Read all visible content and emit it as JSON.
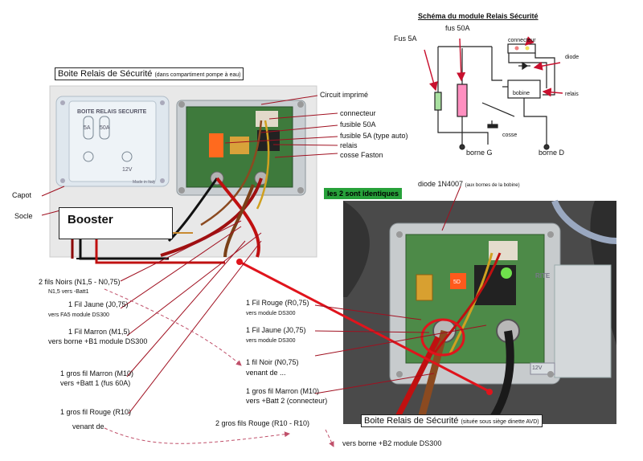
{
  "schema": {
    "title": "Schéma du module Relais Sécurité",
    "fus50": "fus 50A",
    "fus5": "Fus 5A",
    "connecteur": "connecteur",
    "diode": "diode",
    "relais": "relais",
    "bobine": "bobine",
    "cosse": "cosse",
    "borneG": "borne G",
    "borneD": "borne D"
  },
  "top_photo": {
    "title": "Boite Relais de Sécurité",
    "subtitle": "(dans compartiment pompe à eau)",
    "lid_title": "BOITE RELAIS SECURITE",
    "lid_fuse1": "5A",
    "lid_fuse2": "50A",
    "lid_12v": "12V",
    "lid_made": "Made in Italy",
    "booster": "Booster"
  },
  "left_labels": {
    "capot": "Capot",
    "socle": "Socle"
  },
  "right_labels": {
    "circuit": "Circuit imprimé",
    "connecteur": "connecteur",
    "fusible50": "fusible 50A",
    "fusible5": "fusible 5A (type auto)",
    "relais": "relais",
    "cosse": "cosse Faston"
  },
  "identiques": "les 2 sont identiques",
  "diode_label": "diode 1N4007",
  "diode_sub": "(aux bornes de la bobine)",
  "bottom_photo": {
    "title": "Boite Relais de Sécurité",
    "subtitle": "(située sous siège dinette AVD)",
    "lid_text": "RITE",
    "fuse": "5D",
    "v12": "12V"
  },
  "wires_left": {
    "w1": "2 fils Noirs (N1,5 - N0,75)",
    "w1_sub": "N1,5 vers -Batt1",
    "w2": "1 Fil Jaune (J0,75)",
    "w2_sub": "vers FA5 module DS300",
    "w3": "1 Fil Marron (M1,5)",
    "w3_sub": "vers borne +B1 module DS300",
    "w4a": "1 gros fil Marron (M10)",
    "w4b": "vers +Batt 1 (fus 60A)",
    "w5a": "1 gros fil Rouge (R10)",
    "w5b": "venant de"
  },
  "wires_mid": {
    "r1": "1 Fil Rouge (R0,75)",
    "r1_sub": "vers module DS300",
    "j1": "1 Fil Jaune (J0,75)",
    "j1_sub": "vers module DS300",
    "n1": "1 fil Noir (N0,75)",
    "n1_sub": "venant de ...",
    "m1": "1 gros fil Marron (M10)",
    "m1_sub": "vers +Batt 2 (connecteur)",
    "r2": "2 gros fils Rouge (R10 - R10)",
    "r2_dest": "vers borne +B2 module DS300"
  },
  "colors": {
    "red": "#e0141c",
    "green": "#27a13a",
    "pink": "#c8788e",
    "pcb": "#3e7a3c"
  }
}
